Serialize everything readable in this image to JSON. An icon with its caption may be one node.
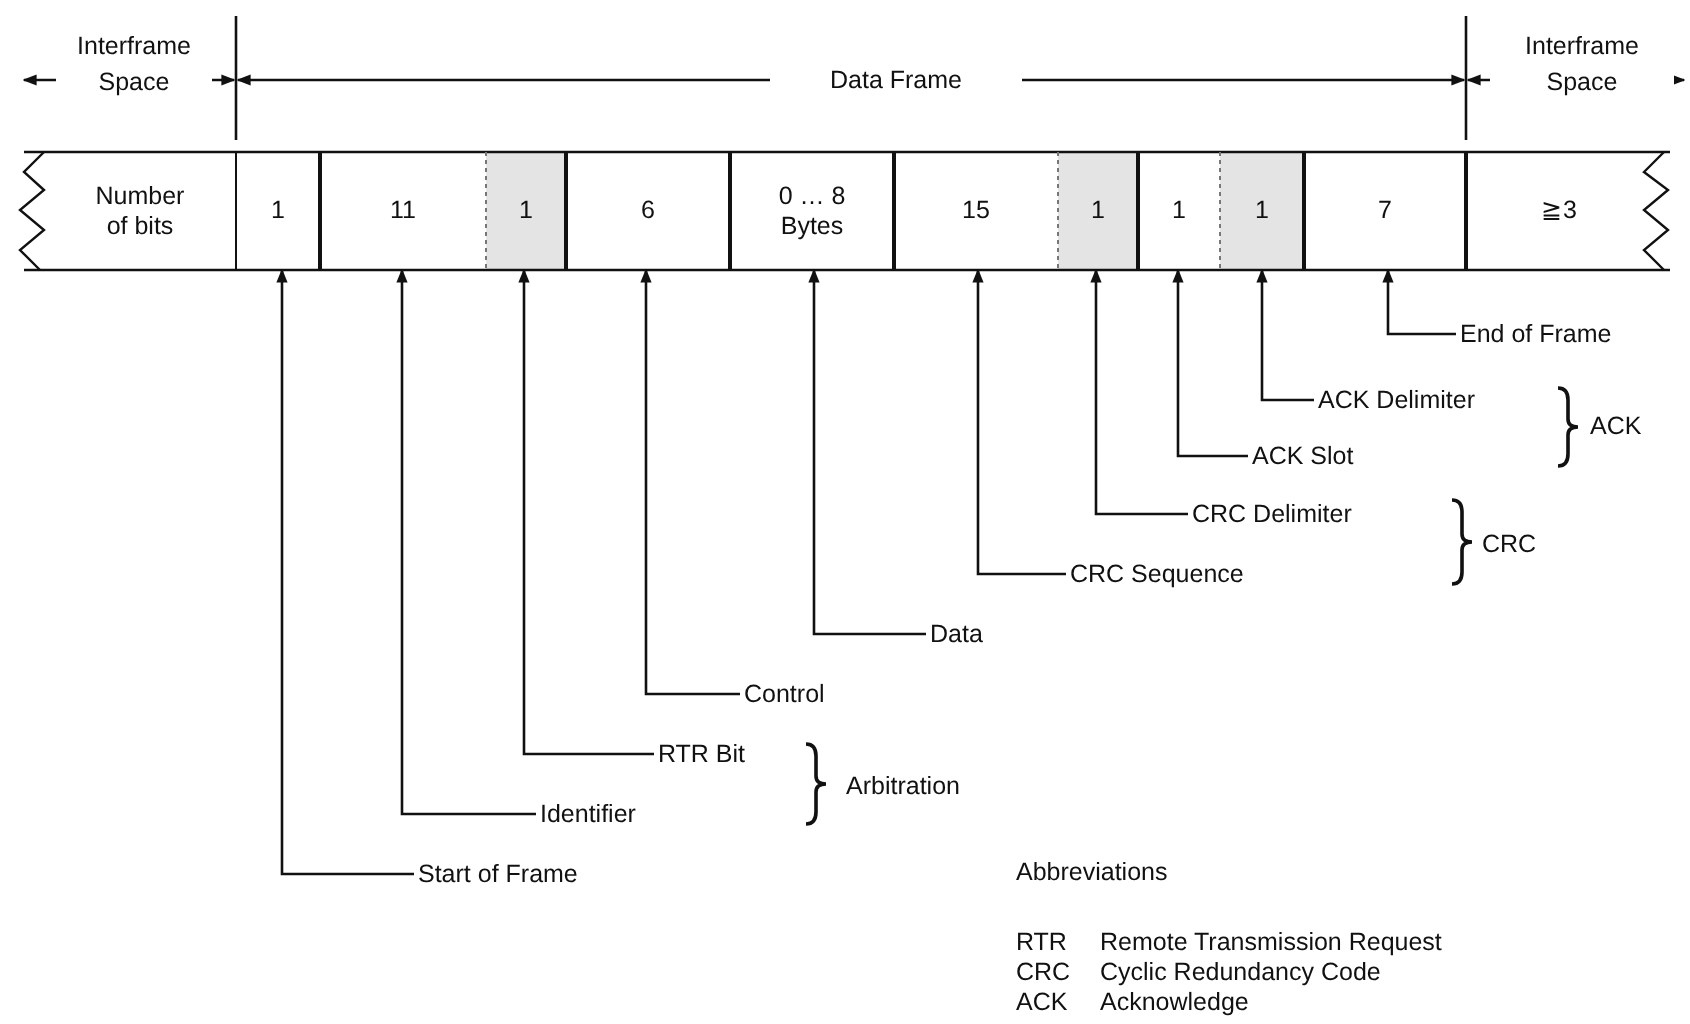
{
  "diagram": {
    "nodes": [
      {
        "text": [
          "Number of bits"
        ]
      },
      {
        "text": [
          "1"
        ]
      },
      {
        "text": [
          "11"
        ]
      },
      {
        "text": [
          "1"
        ]
      },
      {
        "text": [
          "6"
        ]
      },
      {
        "text": [
          "0 … 8 Bytes"
        ]
      },
      {
        "text": [
          "15"
        ]
      },
      {
        "text": [
          "1"
        ]
      },
      {
        "text": [
          "1"
        ]
      },
      {
        "text": [
          "1"
        ]
      },
      {
        "text": [
          "7"
        ]
      },
      {
        "text": [
          "≧3"
        ]
      },
      {
        "text": [
          "Start of Frame"
        ]
      },
      {
        "text": [
          "Identifier"
        ]
      },
      {
        "text": [
          "RTR Bit"
        ]
      },
      {
        "text": [
          "Control"
        ]
      },
      {
        "text": [
          "Data"
        ]
      },
      {
        "text": [
          "CRC Sequence"
        ]
      },
      {
        "text": [
          "CRC Delimiter"
        ]
      },
      {
        "text": [
          "ACK Slot"
        ]
      },
      {
        "text": [
          "ACK Delimiter"
        ]
      },
      {
        "text": [
          "End of Frame"
        ]
      }
    ],
    "edges": [
      {
        "from": 12,
        "to": 1,
        "arrow": "to"
      },
      {
        "from": 13,
        "to": 2,
        "arrow": "to"
      },
      {
        "from": 14,
        "to": 3,
        "arrow": "to"
      },
      {
        "from": 15,
        "to": 4,
        "arrow": "to"
      },
      {
        "from": 16,
        "to": 5,
        "arrow": "to"
      },
      {
        "from": 17,
        "to": 6,
        "arrow": "to"
      },
      {
        "from": 18,
        "to": 7,
        "arrow": "to"
      },
      {
        "from": 19,
        "to": 8,
        "arrow": "to"
      },
      {
        "from": 20,
        "to": 9,
        "arrow": "to"
      },
      {
        "from": 21,
        "to": 10,
        "arrow": "to"
      }
    ],
    "labels": [
      "Interframe Space",
      "Data Frame",
      "Interframe Space",
      "Arbitration",
      "CRC",
      "ACK",
      "Abbreviations",
      "RTR",
      "Remote Transmission Request",
      "CRC",
      "Cyclic Redundancy Code",
      "ACK",
      "Acknowledge"
    ]
  }
}
